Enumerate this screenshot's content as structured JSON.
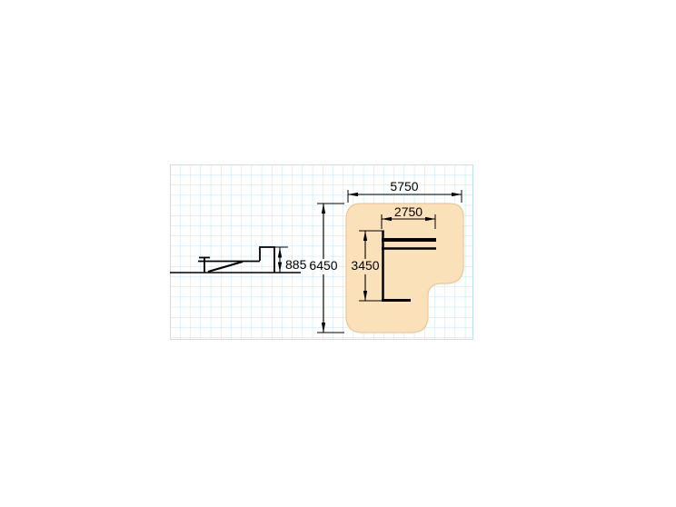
{
  "diagram": {
    "description": "playground-equipment-safety-zone-dimensions",
    "elevation": {
      "height_label": "885"
    },
    "plan": {
      "total_width_label": "5750",
      "inner_width_label": "2750",
      "total_height_label": "6450",
      "inner_height_label": "3450"
    }
  },
  "colors": {
    "background": "#ffffff",
    "grid": "#bfe3ee",
    "zone_fill": "#fbe1ba",
    "zone_stroke": "#eec797",
    "line": "#000000"
  }
}
